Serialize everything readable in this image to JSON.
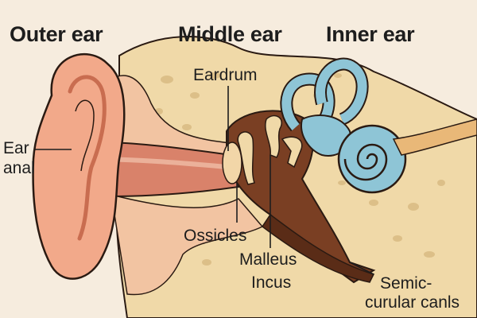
{
  "headings": {
    "outer": "Outer ear",
    "middle": "Middle ear",
    "inner": "Inner ear"
  },
  "labels": {
    "ear_canal_line1": "Ear",
    "ear_canal_line2": "anal",
    "eardrum": "Eardrum",
    "ossicles": "Ossicles",
    "malleus": "Malleus",
    "incus": "Incus",
    "semicircular_line1": "Semic-",
    "semicircular_line2": "curular canls"
  },
  "colors": {
    "background": "#f6ecde",
    "skin": "#f2a98a",
    "skin_dark": "#e07a5f",
    "canal": "#d9826a",
    "bone": "#f0d9a8",
    "bone_spots": "#dcbf88",
    "cavity": "#7a3f23",
    "cochlea": "#8ec5d6",
    "outline": "#2a1a12"
  }
}
